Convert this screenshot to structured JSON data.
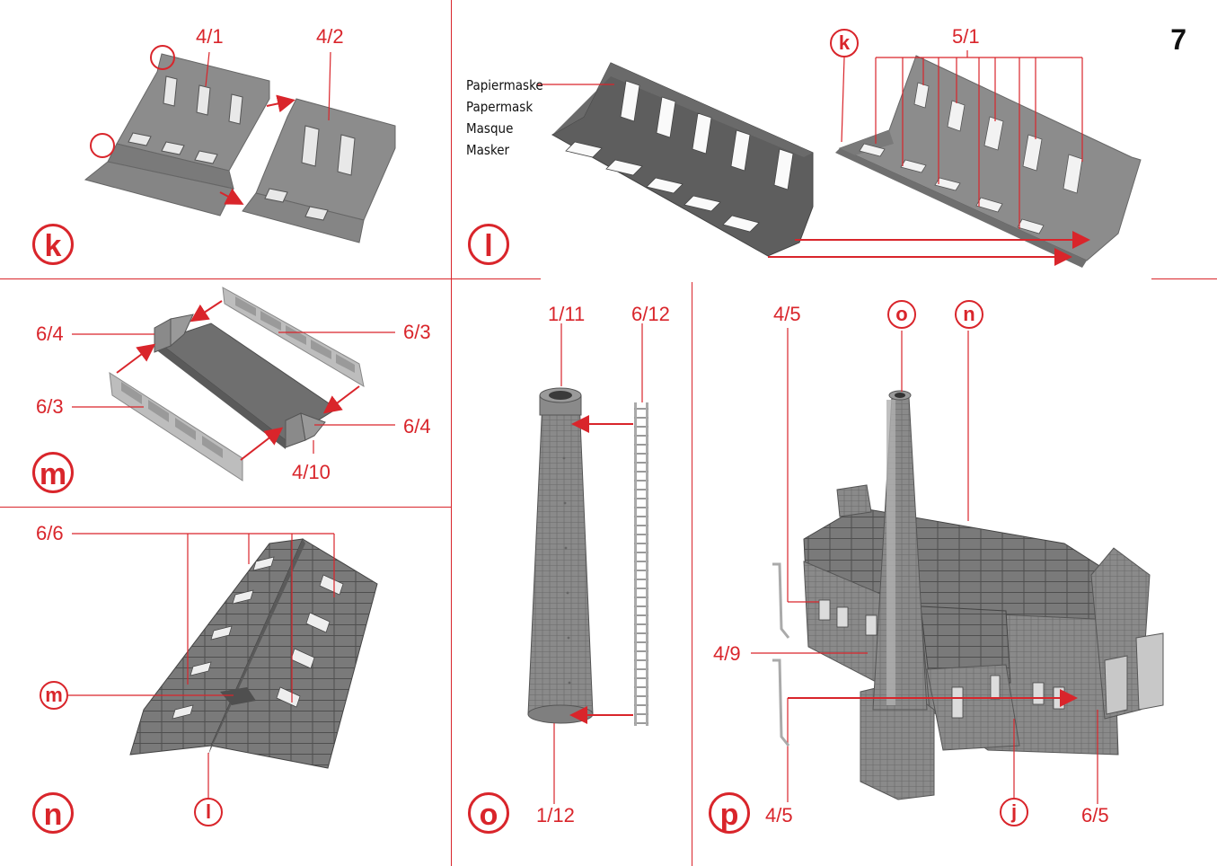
{
  "page_number": "7",
  "steps": {
    "k": "k",
    "l": "l",
    "m": "m",
    "n": "n",
    "o": "o",
    "p": "p"
  },
  "panel_k": {
    "label_a": "4/1",
    "label_b": "4/2"
  },
  "panel_l": {
    "ref_k": "k",
    "label_a": "5/1",
    "mask_labels": [
      "Papiermaske",
      "Papermask",
      "Masque",
      "Masker"
    ]
  },
  "panel_m": {
    "label_tl": "6/4",
    "label_tr": "6/3",
    "label_ml": "6/3",
    "label_mr": "6/4",
    "label_b": "4/10"
  },
  "panel_n": {
    "label_a": "6/6",
    "ref_m": "m",
    "ref_l": "l"
  },
  "panel_o": {
    "label_top_a": "1/11",
    "label_top_b": "6/12",
    "label_bottom": "1/12"
  },
  "panel_p": {
    "label_tl": "4/5",
    "ref_o": "o",
    "ref_n": "n",
    "label_ml": "4/9",
    "label_bl": "4/5",
    "ref_j": "j",
    "label_br": "6/5"
  },
  "colors": {
    "accent": "#d9252b",
    "part_gray": "#7d7d7d",
    "part_dark": "#5e5e5e",
    "part_light": "#b8b8b8"
  }
}
